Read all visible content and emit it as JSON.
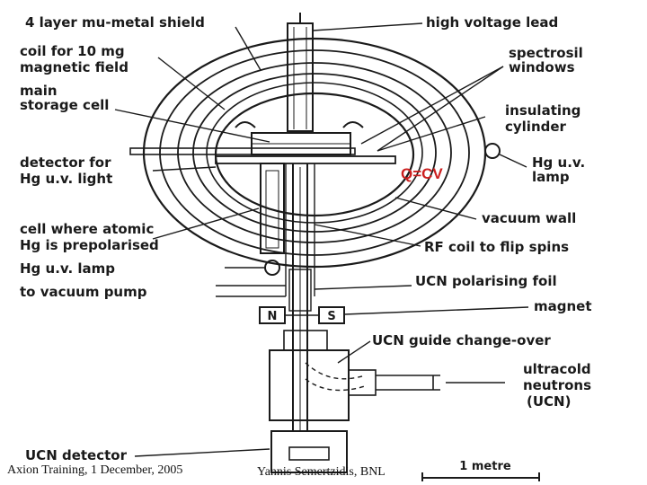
{
  "labels": {
    "shield": "4 layer mu-metal shield",
    "coil_line1": "coil for 10 mg",
    "coil_line2": "magnetic field",
    "storage_line1": "main",
    "storage_line2": "storage cell",
    "detector_line1": "detector for",
    "detector_line2": "Hg u.v. light",
    "prepol_line1": "cell where atomic",
    "prepol_line2": "Hg is prepolarised",
    "hg_lamp_left": "Hg u.v. lamp",
    "vacuum_pump": "to vacuum pump",
    "magnet_n": "N",
    "magnet_s": "S",
    "ucn_detector": "UCN detector",
    "hv_lead": "high voltage lead",
    "windows_line1": "spectrosil",
    "windows_line2": "windows",
    "insulating_line1": "insulating",
    "insulating_line2": "cylinder",
    "hg_lamp_right_line1": "Hg u.v.",
    "hg_lamp_right_line2": "lamp",
    "vacuum_wall": "vacuum wall",
    "rf_coil": "RF coil to flip spins",
    "polarising_foil": "UCN polarising foil",
    "magnet": "magnet",
    "guide_change": "UCN guide change-over",
    "ucn_line1": "ultracold",
    "ucn_line2": "neutrons",
    "ucn_line3": "(UCN)",
    "scale": "1 metre"
  },
  "overlay": {
    "formula": "Q=CV",
    "color": "#cc1f1f"
  },
  "footer": {
    "left": "Axion Training, 1 December, 2005",
    "center": "Yannis Semertzidis, BNL"
  }
}
